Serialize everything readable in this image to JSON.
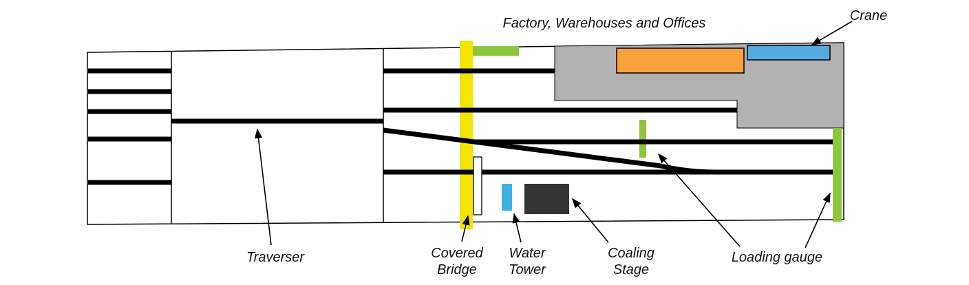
{
  "diagram": {
    "labels": {
      "factory": "Factory, Warehouses and Offices",
      "crane": "Crane",
      "traverser": "Traverser",
      "covered_bridge": {
        "line1": "Covered",
        "line2": "Bridge"
      },
      "water_tower": {
        "line1": "Water",
        "line2": "Tower"
      },
      "coaling_stage": {
        "line1": "Coaling",
        "line2": "Stage"
      },
      "loading_gauge": "Loading gauge"
    },
    "colors": {
      "baseboard": "#ffffff",
      "outline": "#000000",
      "track": "#000000",
      "covered_bridge_yellow": "#f2e500",
      "loading_gauge_green": "#8cc63e",
      "building_gray": "#b2b2b2",
      "warehouse_orange": "#f9a23b",
      "crane_blue": "#55a9dc",
      "water_tower_blue": "#3bb4e5",
      "coaling_stage_dark": "#333333"
    }
  }
}
